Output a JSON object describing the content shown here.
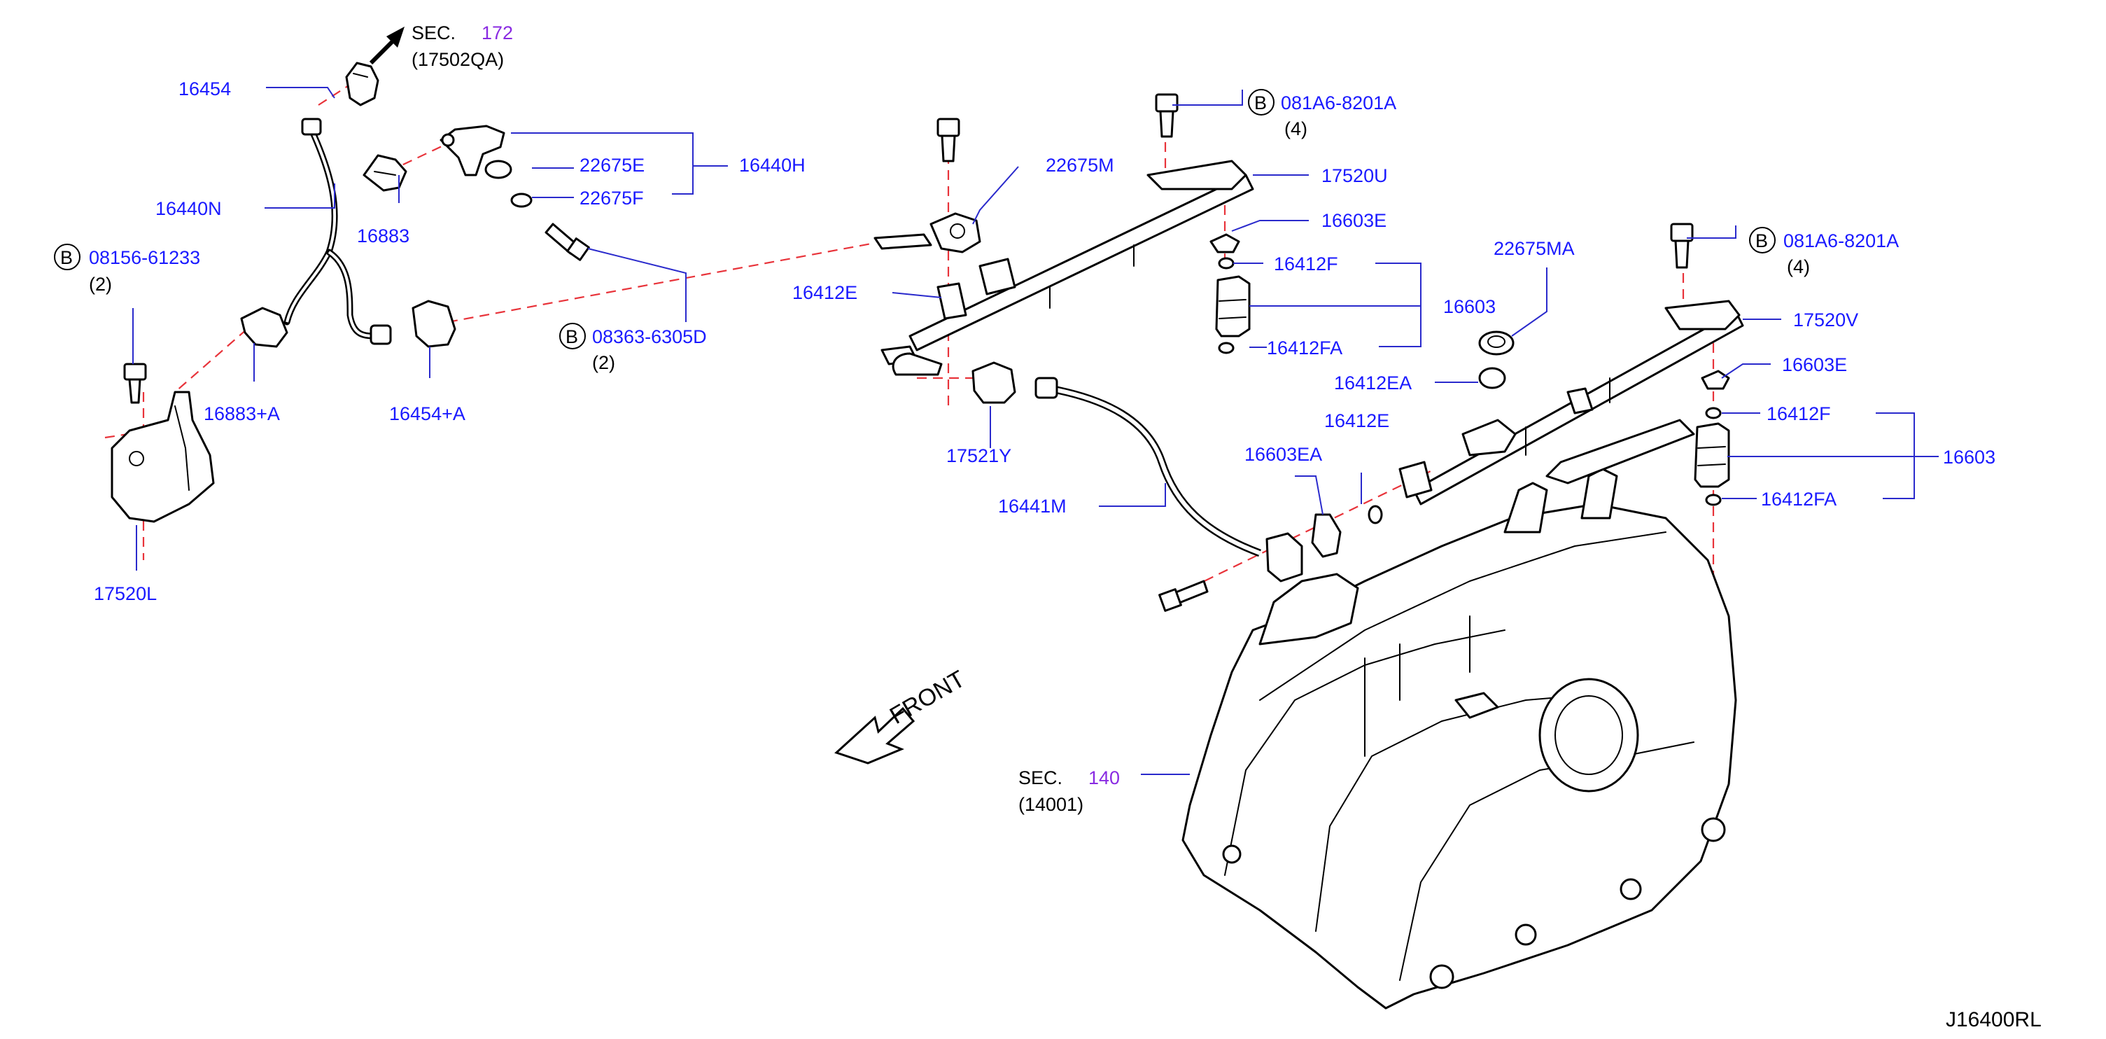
{
  "diagram_id": "J16400RL",
  "front_label": "FRONT",
  "sections": [
    {
      "prefix": "SEC.",
      "number": "172",
      "sub": "(17502QA)"
    },
    {
      "prefix": "SEC.",
      "number": "140",
      "sub": "(14001)"
    }
  ],
  "labels": {
    "p16454": "16454",
    "p16440N": "16440N",
    "p16883": "16883",
    "p22675E": "22675E",
    "p22675F": "22675F",
    "p16440H": "16440H",
    "p22675M": "22675M",
    "p16412E_a": "16412E",
    "p16883A": "16883+A",
    "p16454A": "16454+A",
    "p17520L": "17520L",
    "p17521Y": "17521Y",
    "p16441M": "16441M",
    "p17520U": "17520U",
    "p16603E_a": "16603E",
    "p16412F_a": "16412F",
    "p16603_a": "16603",
    "p16412FA_a": "16412FA",
    "p22675MA": "22675MA",
    "p16412EA": "16412EA",
    "p16412E_b": "16412E",
    "p16603EA": "16603EA",
    "p17520V": "17520V",
    "p16603E_b": "16603E",
    "p16412F_b": "16412F",
    "p16603_b": "16603",
    "p16412FA_b": "16412FA"
  },
  "bolts": [
    {
      "badge": "B",
      "code": "08156-61233",
      "qty": "(2)"
    },
    {
      "badge": "B",
      "code": "08363-6305D",
      "qty": "(2)"
    },
    {
      "badge": "B",
      "code": "081A6-8201A",
      "qty": "(4)"
    },
    {
      "badge": "B",
      "code": "081A6-8201A",
      "qty": "(4)"
    }
  ]
}
